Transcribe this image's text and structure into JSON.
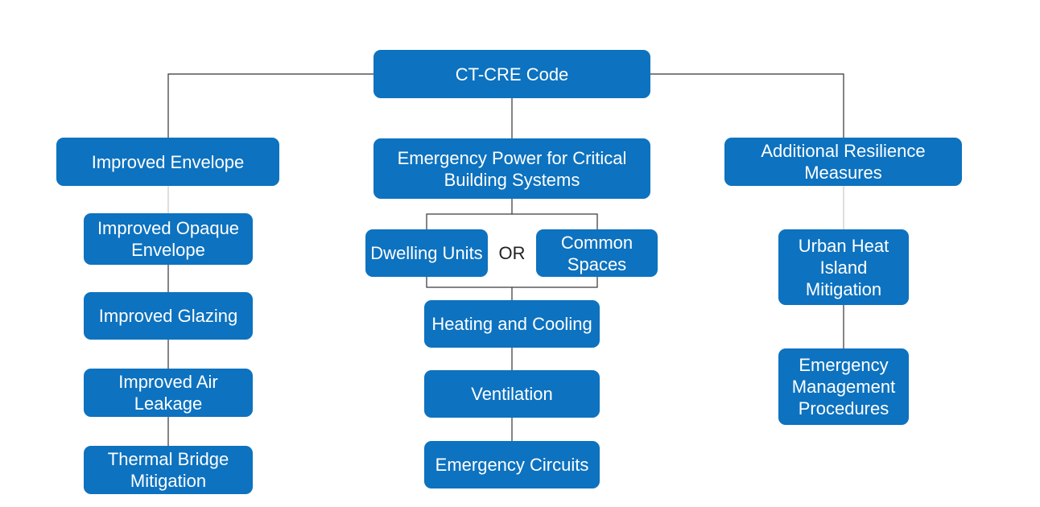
{
  "diagram": {
    "root": {
      "label": "CT-CRE Code"
    },
    "branches": {
      "envelope": {
        "label": "Improved Envelope",
        "children": [
          "Improved Opaque Envelope",
          "Improved Glazing",
          "Improved Air Leakage",
          "Thermal Bridge Mitigation"
        ]
      },
      "power": {
        "label": "Emergency Power for Critical Building Systems",
        "options": [
          "Dwelling Units",
          "Common Spaces"
        ],
        "or_label": "OR",
        "children": [
          "Heating and Cooling",
          "Ventilation",
          "Emergency Circuits"
        ]
      },
      "resilience": {
        "label": "Additional Resilience Measures",
        "children": [
          "Urban Heat Island Mitigation",
          "Emergency Management Procedures"
        ]
      }
    }
  },
  "colors": {
    "box_fill": "#0d72bf",
    "box_text": "#ffffff",
    "connector": "#333333",
    "connector_light": "#c8c8c8",
    "or_text": "#222222"
  }
}
